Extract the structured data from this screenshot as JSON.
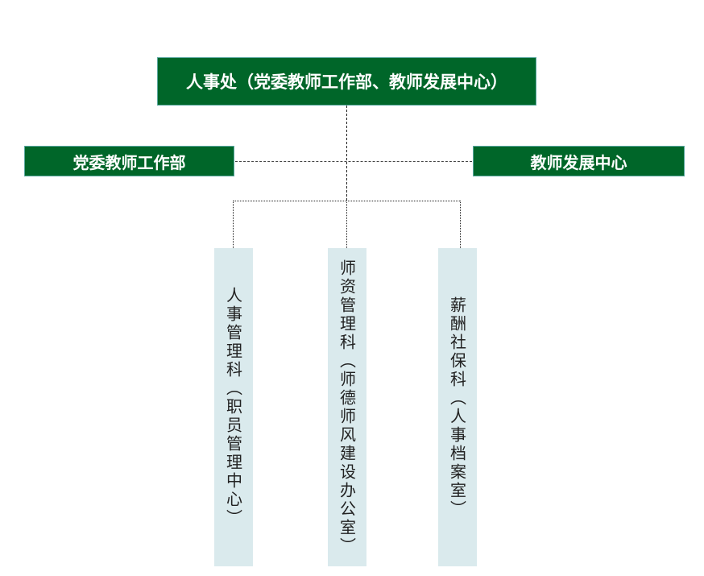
{
  "root": {
    "label": "人事处（党委教师工作部、教师发展中心）"
  },
  "left_unit": {
    "label": "党委教师工作部"
  },
  "right_unit": {
    "label": "教师发展中心"
  },
  "sections": [
    {
      "label": "人事管理科（职员管理中心）"
    },
    {
      "label": "师资管理科（师德师风建设办公室）"
    },
    {
      "label": "薪酬社保科（人事档案室）"
    }
  ],
  "colors": {
    "green": "#006629",
    "light_blue": "#daeaed"
  }
}
